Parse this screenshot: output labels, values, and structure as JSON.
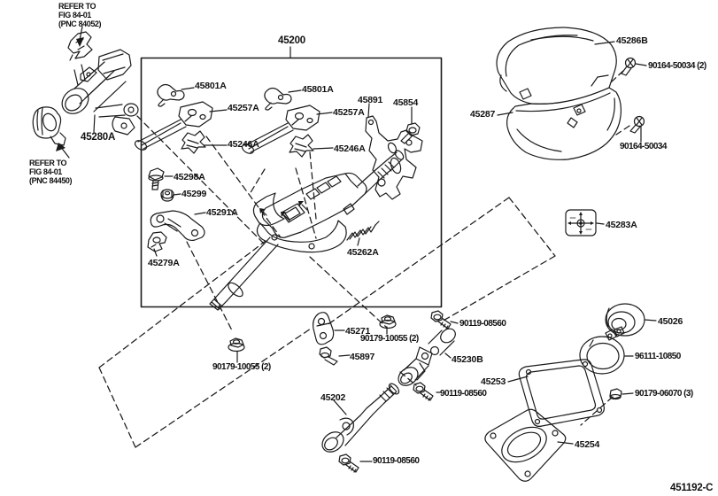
{
  "diagram": {
    "drawing_code": "451192-C",
    "main_assembly": "45200"
  },
  "colors": {
    "ink": "#1a1a1a",
    "paper": "#ffffff"
  },
  "references": [
    {
      "lines": [
        "REFER TO",
        "FIG 84-01",
        "(PNC 84052)"
      ]
    },
    {
      "lines": [
        "REFER TO",
        "FIG 84-01",
        "(PNC 84450)"
      ]
    }
  ],
  "labels": {
    "p45200": "45200",
    "p45280A": "45280A",
    "p45801A_left": "45801A",
    "p45257A_left": "45257A",
    "p45246A_left": "45246A",
    "p45801A_right": "45801A",
    "p45257A_right": "45257A",
    "p45246A_right": "45246A",
    "p45891": "45891",
    "p45854": "45854",
    "p45298A": "45298A",
    "p45299": "45299",
    "p45291A": "45291A",
    "p45279A": "45279A",
    "p45262A": "45262A",
    "p45286B": "45286B",
    "p90164_50034_2": "90164-50034 (2)",
    "p45287": "45287",
    "p90164_50034": "90164-50034",
    "p45283A": "45283A",
    "p45271": "45271",
    "p90179_10055_left": "90179-10055 (2)",
    "p90179_10055_right": "90179-10055 (2)",
    "p45897": "45897",
    "p90119_08560_top": "90119-08560",
    "p45230B": "45230B",
    "p45253": "45253",
    "p90119_08560_mid": "90119-08560",
    "p45202": "45202",
    "p90119_08560_bottom": "90119-08560",
    "p45026": "45026",
    "p96111_10850": "96111-10850",
    "p90179_06070": "90179-06070 (3)",
    "p45254": "45254"
  }
}
